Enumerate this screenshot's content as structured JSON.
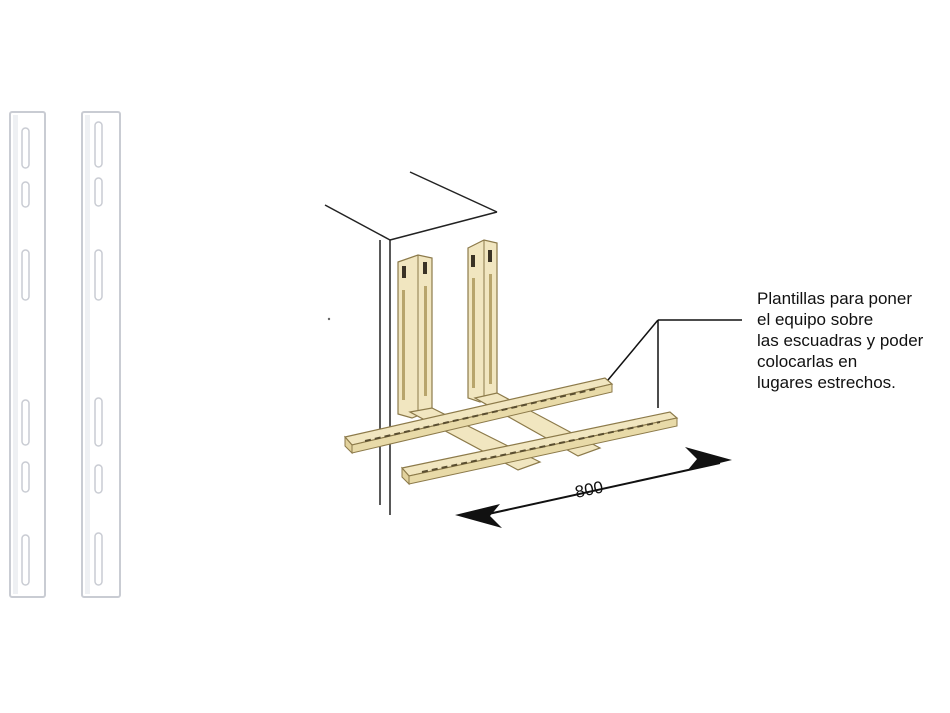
{
  "annotation": {
    "lines": [
      "Plantillas para poner",
      "el equipo sobre",
      "las escuadras y poder",
      "colocarlas en",
      "lugares estrechos."
    ]
  },
  "dimension": {
    "label": "800"
  },
  "colors": {
    "bracket_fill": "#f1e6c0",
    "bracket_stroke": "#8c7a4a",
    "rail_fill": "#ffffff",
    "rail_stroke": "#c9ccd3",
    "line": "#111111"
  }
}
